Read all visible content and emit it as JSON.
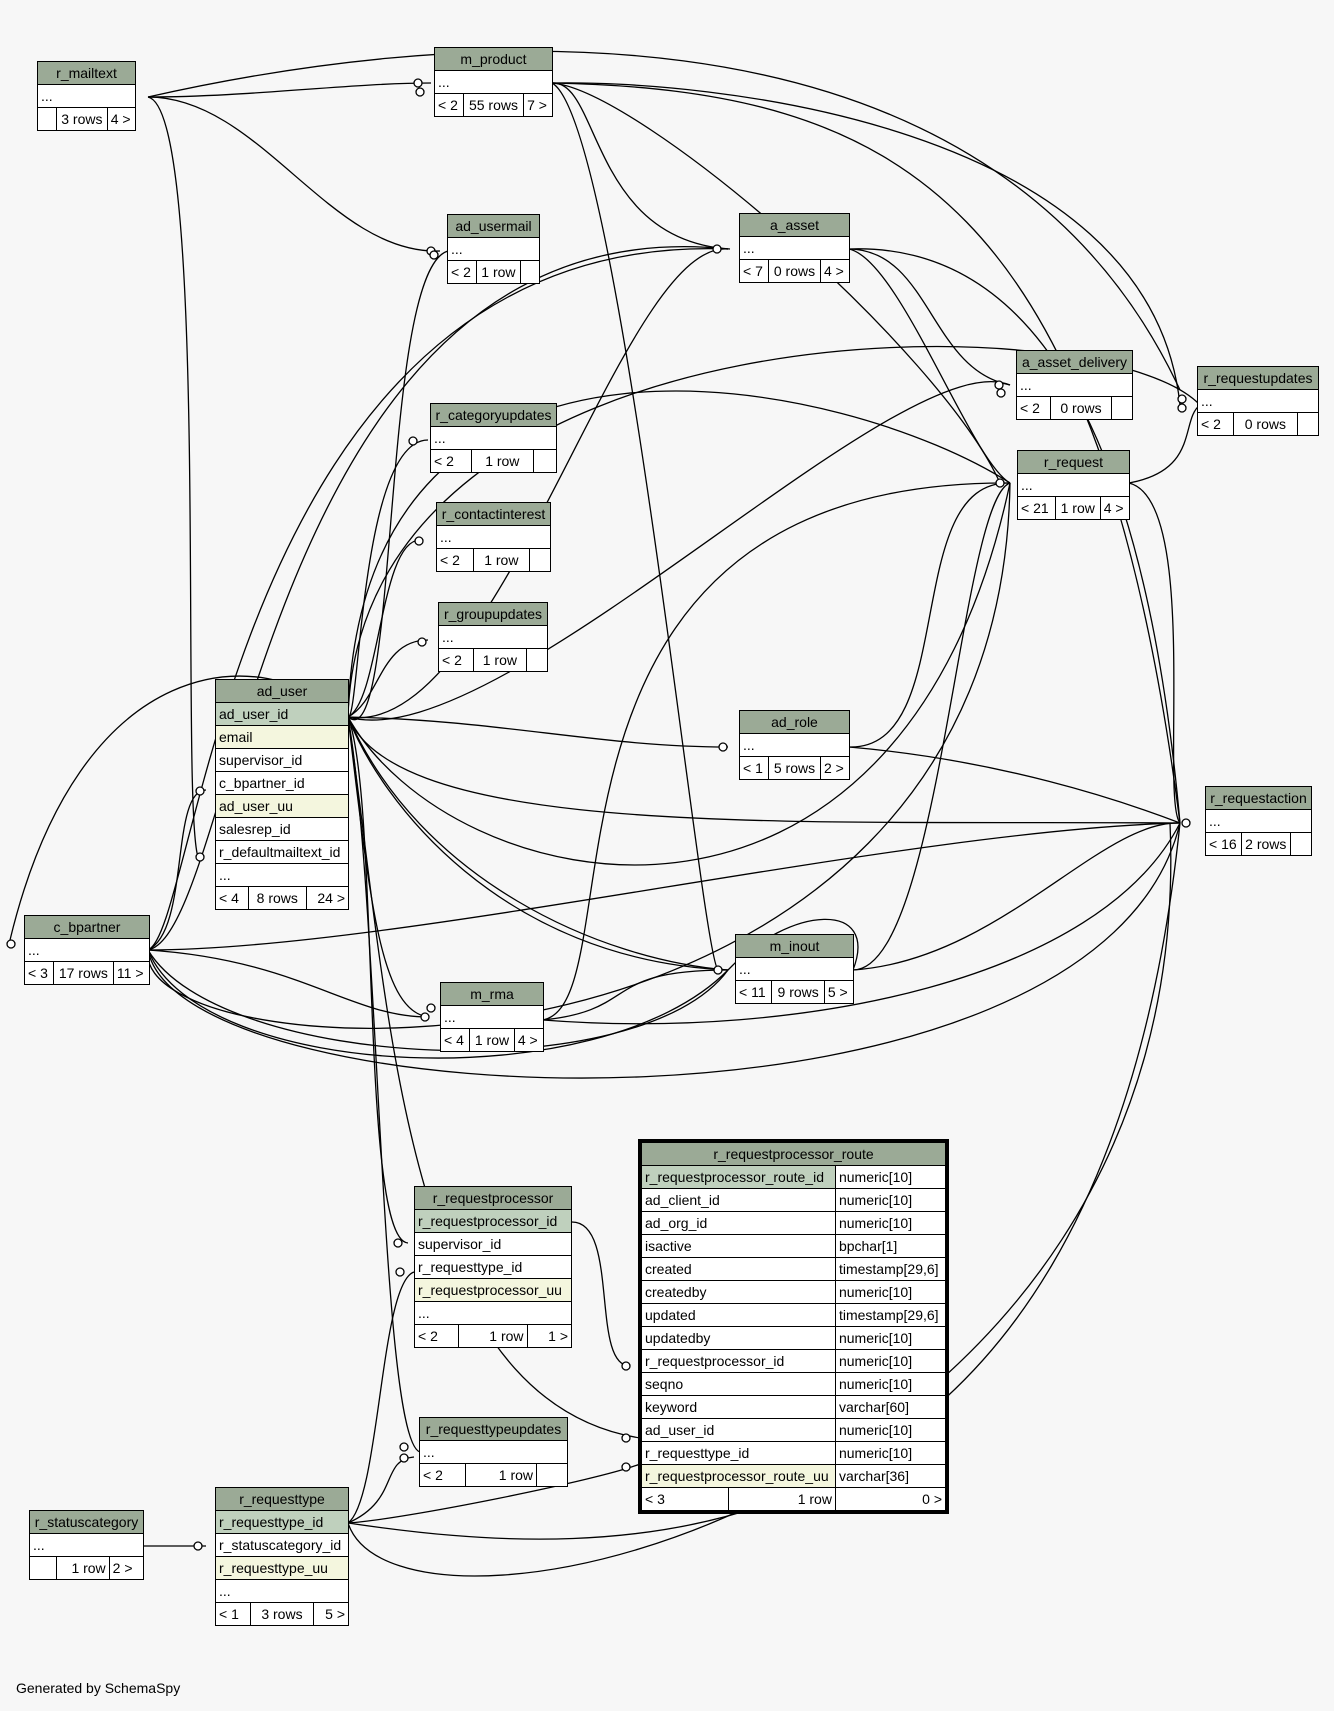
{
  "footer": "Generated by SchemaSpy",
  "tables": {
    "r_mailtext": {
      "name": "r_mailtext",
      "rows": [
        "..."
      ],
      "footer": [
        "",
        "3 rows",
        "4 >"
      ]
    },
    "m_product": {
      "name": "m_product",
      "rows": [
        "..."
      ],
      "footer": [
        "< 2",
        "55 rows",
        "7 >"
      ]
    },
    "ad_usermail": {
      "name": "ad_usermail",
      "rows": [
        "..."
      ],
      "footer": [
        "< 2",
        "1 row",
        ""
      ]
    },
    "a_asset": {
      "name": "a_asset",
      "rows": [
        "..."
      ],
      "footer": [
        "< 7",
        "0 rows",
        "4 >"
      ]
    },
    "a_asset_delivery": {
      "name": "a_asset_delivery",
      "rows": [
        "..."
      ],
      "footer": [
        "< 2",
        "0 rows",
        ""
      ]
    },
    "r_requestupdates": {
      "name": "r_requestupdates",
      "rows": [
        "..."
      ],
      "footer": [
        "< 2",
        "0 rows",
        ""
      ]
    },
    "r_categoryupdates": {
      "name": "r_categoryupdates",
      "rows": [
        "..."
      ],
      "footer": [
        "< 2",
        "1 row",
        ""
      ]
    },
    "r_request": {
      "name": "r_request",
      "rows": [
        "..."
      ],
      "footer": [
        "< 21",
        "1 row",
        "4 >"
      ]
    },
    "r_contactinterest": {
      "name": "r_contactinterest",
      "rows": [
        "..."
      ],
      "footer": [
        "< 2",
        "1 row",
        ""
      ]
    },
    "r_groupupdates": {
      "name": "r_groupupdates",
      "rows": [
        "..."
      ],
      "footer": [
        "< 2",
        "1 row",
        ""
      ]
    },
    "ad_user": {
      "name": "ad_user",
      "rows": [
        "ad_user_id",
        "email",
        "supervisor_id",
        "c_bpartner_id",
        "ad_user_uu",
        "salesrep_id",
        "r_defaultmailtext_id",
        "..."
      ],
      "footer": [
        "< 4",
        "8 rows",
        "24 >"
      ]
    },
    "ad_role": {
      "name": "ad_role",
      "rows": [
        "..."
      ],
      "footer": [
        "< 1",
        "5 rows",
        "2 >"
      ]
    },
    "r_requestaction": {
      "name": "r_requestaction",
      "rows": [
        "..."
      ],
      "footer": [
        "< 16",
        "2 rows",
        ""
      ]
    },
    "c_bpartner": {
      "name": "c_bpartner",
      "rows": [
        "..."
      ],
      "footer": [
        "< 3",
        "17 rows",
        "11 >"
      ]
    },
    "m_inout": {
      "name": "m_inout",
      "rows": [
        "..."
      ],
      "footer": [
        "< 11",
        "9 rows",
        "5 >"
      ]
    },
    "m_rma": {
      "name": "m_rma",
      "rows": [
        "..."
      ],
      "footer": [
        "< 4",
        "1 row",
        "4 >"
      ]
    },
    "r_requestprocessor": {
      "name": "r_requestprocessor",
      "rows": [
        "r_requestprocessor_id",
        "supervisor_id",
        "r_requesttype_id",
        "r_requestprocessor_uu",
        "..."
      ],
      "footer": [
        "< 2",
        "1 row",
        "1 >"
      ]
    },
    "r_requesttypeupdates": {
      "name": "r_requesttypeupdates",
      "rows": [
        "..."
      ],
      "footer": [
        "< 2",
        "1 row",
        ""
      ]
    },
    "r_statuscategory": {
      "name": "r_statuscategory",
      "rows": [
        "..."
      ],
      "footer": [
        "",
        "1 row",
        "2 >"
      ]
    },
    "r_requesttype": {
      "name": "r_requesttype",
      "rows": [
        "r_requesttype_id",
        "r_statuscategory_id",
        "r_requesttype_uu",
        "..."
      ],
      "footer": [
        "< 1",
        "3 rows",
        "5 >"
      ]
    },
    "r_requestprocessor_route": {
      "name": "r_requestprocessor_route",
      "columns": [
        [
          "r_requestprocessor_route_id",
          "numeric[10]"
        ],
        [
          "ad_client_id",
          "numeric[10]"
        ],
        [
          "ad_org_id",
          "numeric[10]"
        ],
        [
          "isactive",
          "bpchar[1]"
        ],
        [
          "created",
          "timestamp[29,6]"
        ],
        [
          "createdby",
          "numeric[10]"
        ],
        [
          "updated",
          "timestamp[29,6]"
        ],
        [
          "updatedby",
          "numeric[10]"
        ],
        [
          "r_requestprocessor_id",
          "numeric[10]"
        ],
        [
          "seqno",
          "numeric[10]"
        ],
        [
          "keyword",
          "varchar[60]"
        ],
        [
          "ad_user_id",
          "numeric[10]"
        ],
        [
          "r_requesttype_id",
          "numeric[10]"
        ],
        [
          "r_requestprocessor_route_uu",
          "varchar[36]"
        ]
      ],
      "footer": [
        "< 3",
        "1 row",
        "0 >"
      ]
    }
  }
}
